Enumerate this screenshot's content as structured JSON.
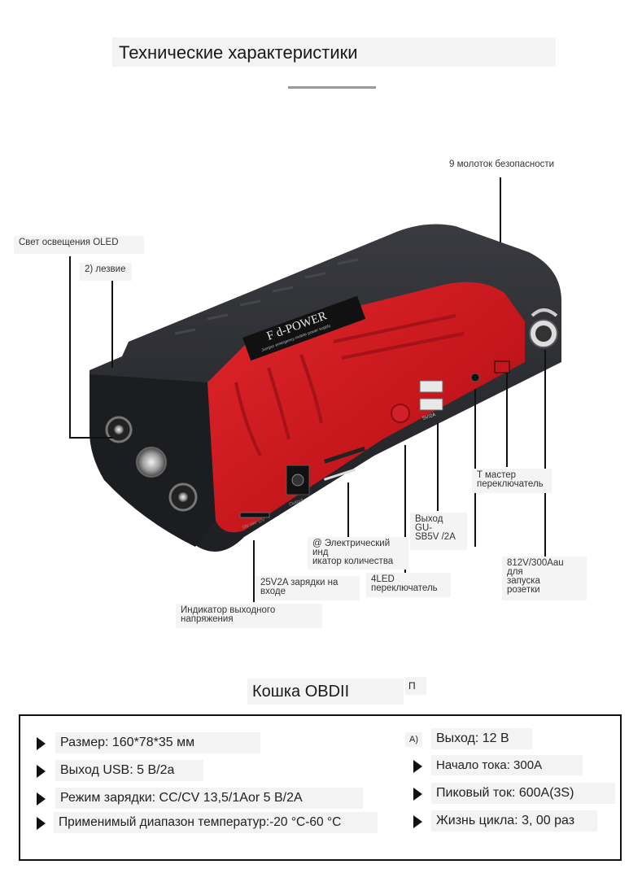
{
  "header": {
    "title": "Технические характеристики"
  },
  "callouts": {
    "hammer": "9 молоток безопасности",
    "oled": "Свет освещения OLED",
    "blade": "2) лезвие",
    "output_label": "Выход",
    "output_gu": "GU-",
    "output_value": "SB5V /2A",
    "master_switch_1": "T мастер",
    "master_switch_2": "переключатель",
    "socket_1": "812V/300Aau",
    "socket_2": "для",
    "socket_3": "запуска",
    "socket_4": "розетки",
    "indicator_1": "@ Электрический",
    "indicator_2": "инд",
    "indicator_3": "икатор количества",
    "led_1": "4LED",
    "led_2": "переключатель",
    "charge_1": "25V2A зарядки на",
    "charge_2": "входе",
    "voltage_1": "Индикатор выходного",
    "voltage_2": "напряжения"
  },
  "device": {
    "brand_text": "F  d-POWER",
    "brand_sub": "Jumper  emergency mobile power supply",
    "port_label_output": "Output",
    "port_label_dc": "19V 16V 12V",
    "port_label_usb": "5V/2A"
  },
  "section": {
    "title": "Кошка OBDII",
    "mark": "П",
    "left_mark": "A)"
  },
  "specs": {
    "left": [
      "Размер: 160*78*35 мм",
      "Выход USB: 5 B/2a",
      "Режим зарядки: CC/CV 13,5/1Aor 5 B/2A",
      "Применимый диапазон температур:-20 °C-60 °C"
    ],
    "right": [
      "Выход: 12 B",
      "Начало тока: 300A",
      "Пиковый ток: 600A(3S)",
      "Жизнь цикла: 3, 00 раз"
    ]
  },
  "colors": {
    "body_red": "#c4161c",
    "body_dark": "#2b2c30",
    "accent_gray": "#9a9a9a"
  }
}
